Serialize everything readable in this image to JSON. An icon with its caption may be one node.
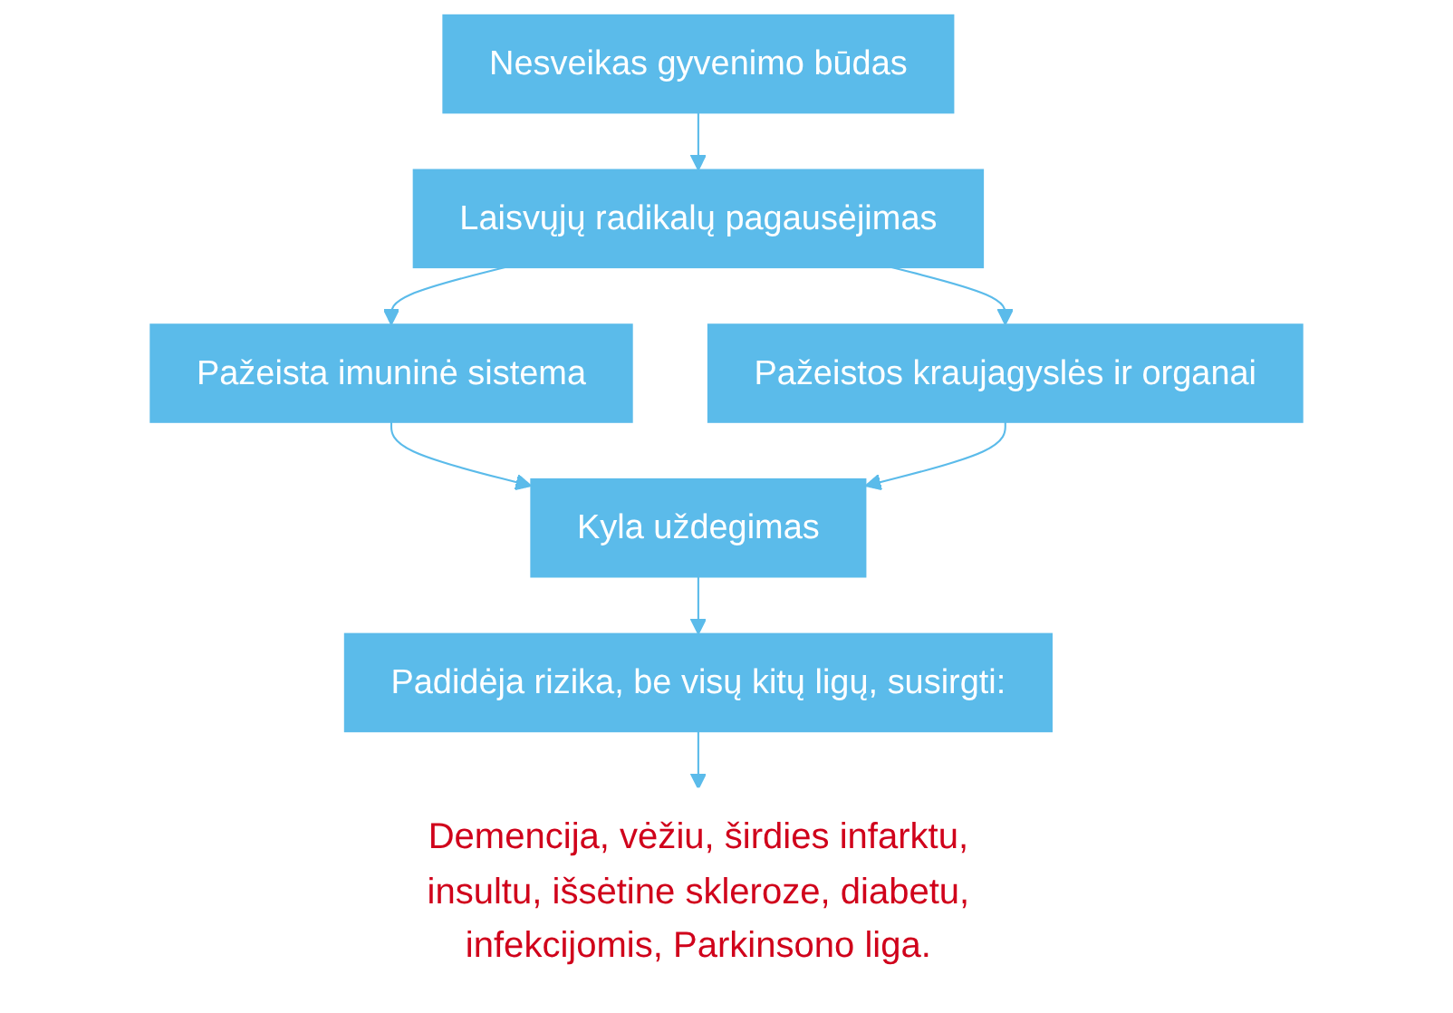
{
  "diagram": {
    "nodes": [
      {
        "text": [
          "Nesveikas gyvenimo būdas"
        ]
      },
      {
        "text": [
          "Laisvųjų radikalų pagausėjimas"
        ]
      },
      {
        "text": [
          "Pažeista imuninė sistema"
        ]
      },
      {
        "text": [
          "Pažeistos kraujagyslės ir organai"
        ]
      },
      {
        "text": [
          "Kyla uždegimas"
        ]
      },
      {
        "text": [
          "Padidėja rizika, be visų kitų ligų, susirgti:"
        ]
      },
      {
        "text": [
          "Demencija, vėžiu, širdies infarktu, insultu, išsėtine skleroze, diabetu, infekcijomis, Parkinsono liga."
        ]
      }
    ],
    "edges": [
      {
        "from": 0,
        "to": 1,
        "arrow": "to"
      },
      {
        "from": 1,
        "to": 2,
        "arrow": "to"
      },
      {
        "from": 1,
        "to": 3,
        "arrow": "to"
      },
      {
        "from": 2,
        "to": 4,
        "arrow": "to"
      },
      {
        "from": 3,
        "to": 4,
        "arrow": "to"
      },
      {
        "from": 4,
        "to": 5,
        "arrow": "to"
      },
      {
        "from": 5,
        "to": 6,
        "arrow": "to"
      }
    ]
  }
}
